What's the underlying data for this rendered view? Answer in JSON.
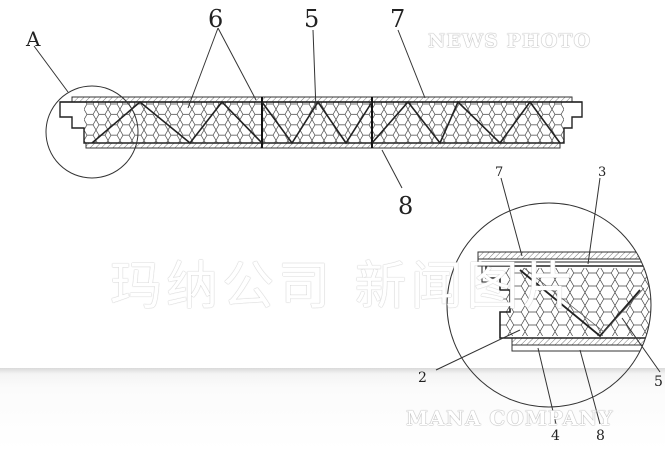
{
  "labels": {
    "a": "A",
    "top_6": "6",
    "top_5": "5",
    "top_7": "7",
    "top_8": "8",
    "detail_7": "7",
    "detail_3": "3",
    "detail_2": "2",
    "detail_4": "4",
    "detail_8": "8",
    "detail_5": "5"
  },
  "watermarks": {
    "top": "NEWS PHOTO",
    "middle": "玛纳公司 新闻图片",
    "bottom": "MANA COMPANY"
  }
}
